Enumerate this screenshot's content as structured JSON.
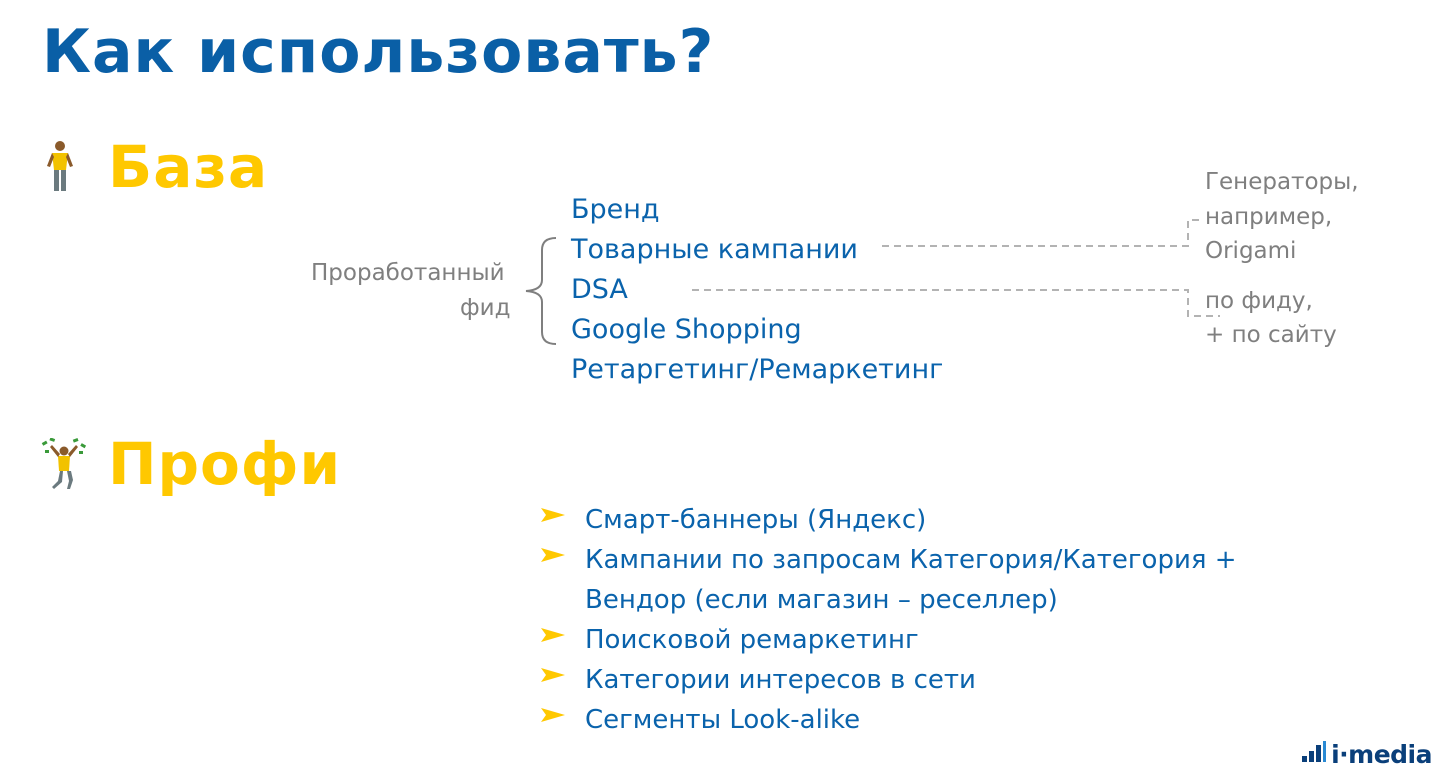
{
  "title": "Как использовать?",
  "sections": {
    "base": {
      "heading": "База",
      "feed_label_line1": "Проработанный",
      "feed_label_line2": "фид",
      "campaigns": [
        "Бренд",
        "Товарные кампании",
        "DSA",
        "Google Shopping",
        "Ретаргетинг/Ремаркетинг"
      ],
      "note_generators": [
        "Генераторы,",
        "например,",
        "Origami"
      ],
      "note_feed": [
        "по фиду,",
        "+ по сайту"
      ]
    },
    "pro": {
      "heading": "Профи",
      "items": [
        "Смарт-баннеры (Яндекс)",
        "Кампании по запросам Категория/Категория +",
        "Вендор (если магазин – реселлер)",
        "Поисковой ремаркетинг",
        "Категории интересов в сети",
        "Сегменты Look-alike"
      ]
    }
  },
  "logo": {
    "text": "i·media"
  },
  "colors": {
    "title": "#0a5fa6",
    "heading": "#ffc800",
    "text": "#0a63ac",
    "muted": "#7f7f7f"
  },
  "icons": [
    "standing-person-icon",
    "cheering-person-icon",
    "list-arrow-icon",
    "imedia-logo-icon"
  ]
}
